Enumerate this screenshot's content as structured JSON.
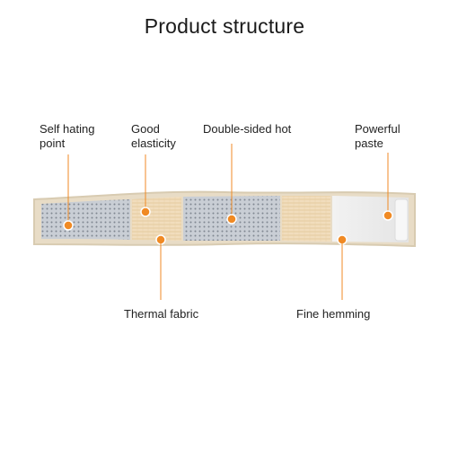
{
  "title": "Product structure",
  "callouts": [
    {
      "id": "self-heating",
      "text_lines": [
        "Self hating",
        "point"
      ]
    },
    {
      "id": "elasticity",
      "text_lines": [
        "Good",
        "elasticity"
      ]
    },
    {
      "id": "double-sided",
      "text_lines": [
        "Double-sided hot"
      ]
    },
    {
      "id": "paste",
      "text_lines": [
        "Powerful",
        "paste"
      ]
    },
    {
      "id": "thermal",
      "text_lines": [
        "Thermal fabric"
      ]
    },
    {
      "id": "hemming",
      "text_lines": [
        "Fine hemming"
      ]
    }
  ],
  "colors": {
    "accent": "#f08a24",
    "belt_border": "#ddd2bd",
    "gray_panel": "#c3c8cf",
    "beige_panel": "#efd8b5",
    "velcro_end": "#eeeeee"
  }
}
